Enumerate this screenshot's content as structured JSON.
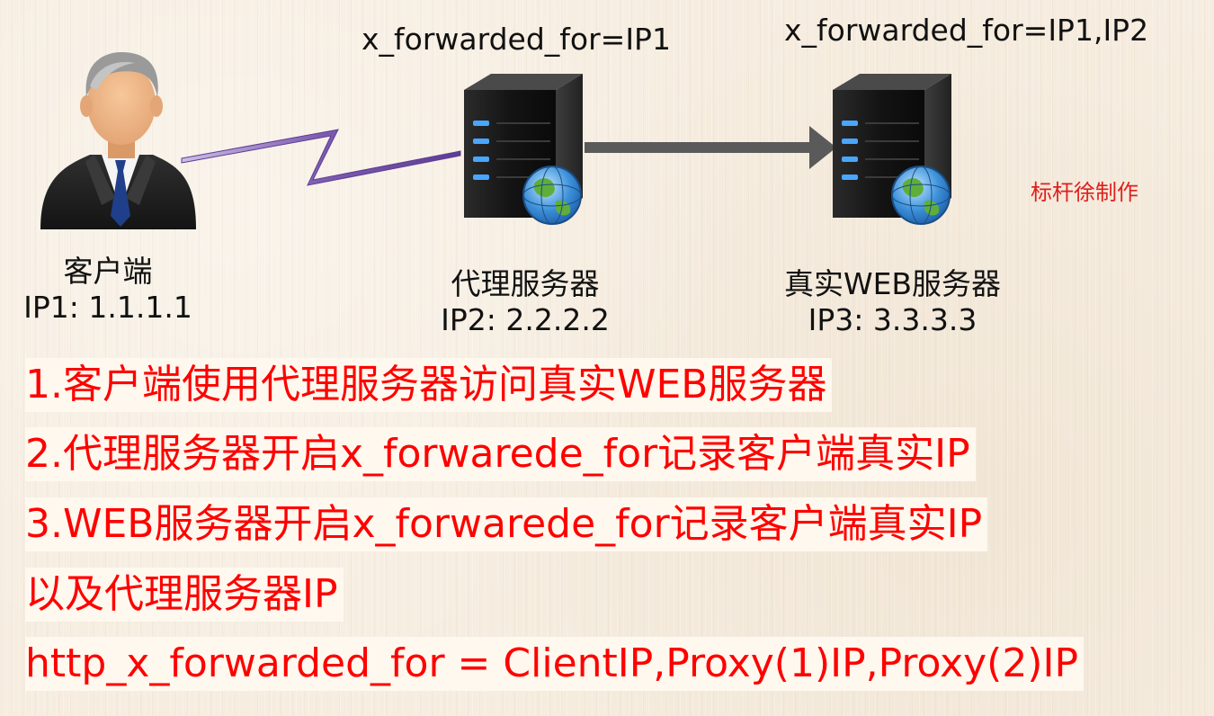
{
  "top_labels": {
    "proxy_header": "x_forwarded_for=IP1",
    "web_header": "x_forwarded_for=IP1,IP2"
  },
  "nodes": {
    "client": {
      "name": "客户端",
      "ip": "IP1: 1.1.1.1",
      "icon": "user-icon"
    },
    "proxy": {
      "name": "代理服务器",
      "ip": "IP2: 2.2.2.2",
      "icon": "server-icon"
    },
    "web": {
      "name": "真实WEB服务器",
      "ip": "IP3: 3.3.3.3",
      "icon": "server-icon"
    }
  },
  "credit": "标杆徐制作",
  "notes": [
    "1.客户端使用代理服务器访问真实WEB服务器",
    "2.代理服务器开启x_forwarede_for记录客户端真实IP",
    "3.WEB服务器开启x_forwarede_for记录客户端真实IP",
    "以及代理服务器IP",
    "http_x_forwarded_for = ClientIP,Proxy(1)IP,Proxy(2)IP"
  ],
  "colors": {
    "note_text": "#ff0000",
    "credit_text": "#e0201c",
    "lightning_link": "#8a6bb8",
    "arrow": "#555555"
  }
}
